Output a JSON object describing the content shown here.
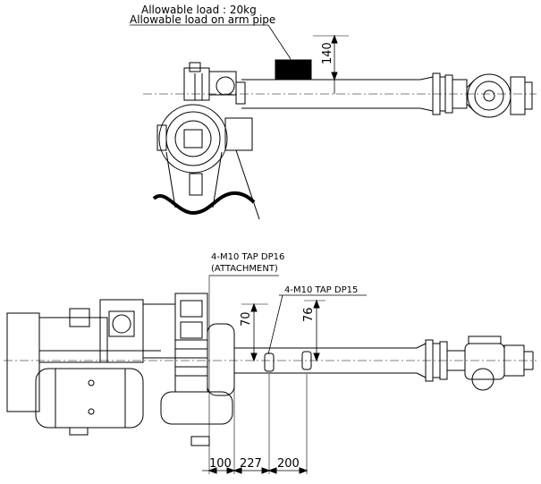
{
  "side_view": {
    "note_line1": "Allowable load  : 20kg",
    "note_line2": "Allowable load on arm pipe",
    "dim_height": "140"
  },
  "top_view": {
    "tap1_line1": "4-M10 TAP DP16",
    "tap1_line2": "(ATTACHMENT)",
    "tap2": "4-M10 TAP DP15",
    "dim_v1": "70",
    "dim_v2": "76",
    "dim_h1": "100",
    "dim_h2": "227",
    "dim_h3": "200"
  }
}
